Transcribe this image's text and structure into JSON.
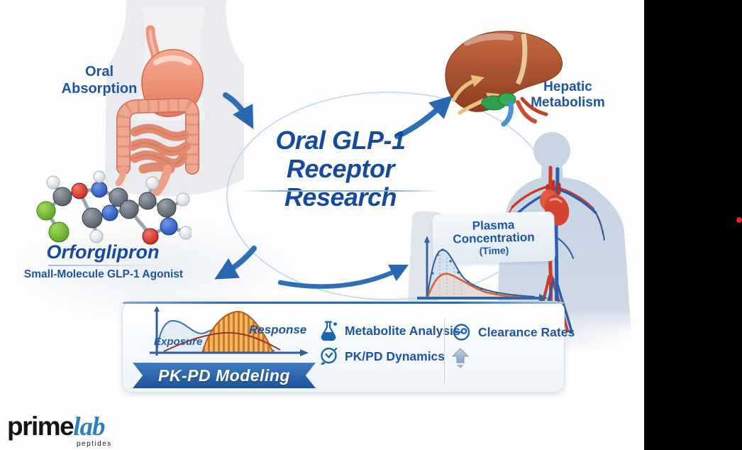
{
  "diagram": {
    "oral_absorption": {
      "line1": "Oral",
      "line2": "Absorption"
    },
    "center_title": {
      "line1": "Oral GLP-1",
      "line2": "Receptor Research"
    },
    "hepatic": {
      "line1": "Hepatic",
      "line2": "Metabolism"
    },
    "molecule": {
      "name": "Orforglipron",
      "subtitle": "Small-Molecule GLP-1 Agonist"
    },
    "plasma_chart": {
      "title_line1": "Plasma",
      "title_line2": "Concentration",
      "title_line3": "(Time)"
    },
    "pkpd": {
      "exposure_label": "Exposure",
      "response_label": "Response",
      "banner_label": "PK-PD Modeling",
      "items": [
        {
          "icon": "flask-icon",
          "label": "Metabolite Analysis"
        },
        {
          "icon": "stopwatch-icon",
          "label": "PK/PD Dynamics"
        },
        {
          "icon": "clearance-icon",
          "label": "Clearance Rates"
        }
      ]
    }
  },
  "logo": {
    "part1": "prime",
    "part2": "lab",
    "subtext": "peptides"
  },
  "colors": {
    "primary_text_blue": "#1d55a4",
    "title_blue": "#164a9c",
    "arrow_blue": "#2a67b2",
    "banner_blue": "#2a68b4",
    "response_orange": "#d97a2e",
    "liver_brown": "#a84b28",
    "stomach_salmon": "#f09a82",
    "black_panel": "#000000",
    "red_dot": "#e8232b"
  },
  "chart_data": [
    {
      "type": "line",
      "title": "Plasma Concentration (Time)",
      "series": [
        {
          "name": "blue concentration curve"
        },
        {
          "name": "orange concentration curve"
        }
      ],
      "xlabel": "",
      "ylabel": "",
      "note": "conceptual curves, no numeric tick labels shown"
    },
    {
      "type": "area",
      "title": "PK-PD Modeling",
      "series": [
        {
          "name": "Exposure"
        },
        {
          "name": "Response"
        }
      ],
      "xlabel": "",
      "ylabel": "",
      "note": "conceptual exposure-response curves, no numeric tick labels shown"
    }
  ]
}
